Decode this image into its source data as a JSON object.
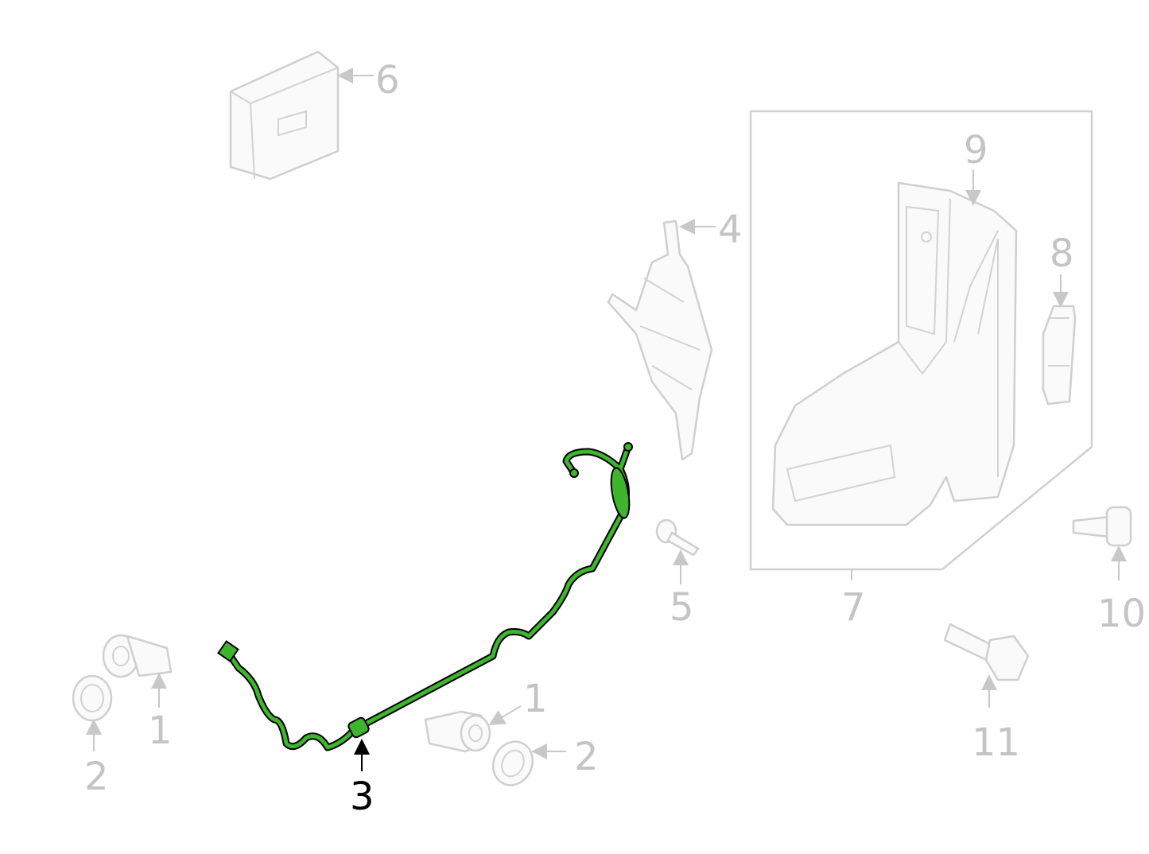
{
  "diagram": {
    "highlight_color": "#3fb52f",
    "muted_color": "#c4c4c4",
    "highlighted_part": "3",
    "callouts": {
      "c1a": "1",
      "c1b": "1",
      "c2a": "2",
      "c2b": "2",
      "c3": "3",
      "c4": "4",
      "c5": "5",
      "c6": "6",
      "c7": "7",
      "c8": "8",
      "c9": "9",
      "c10": "10",
      "c11": "11"
    }
  }
}
